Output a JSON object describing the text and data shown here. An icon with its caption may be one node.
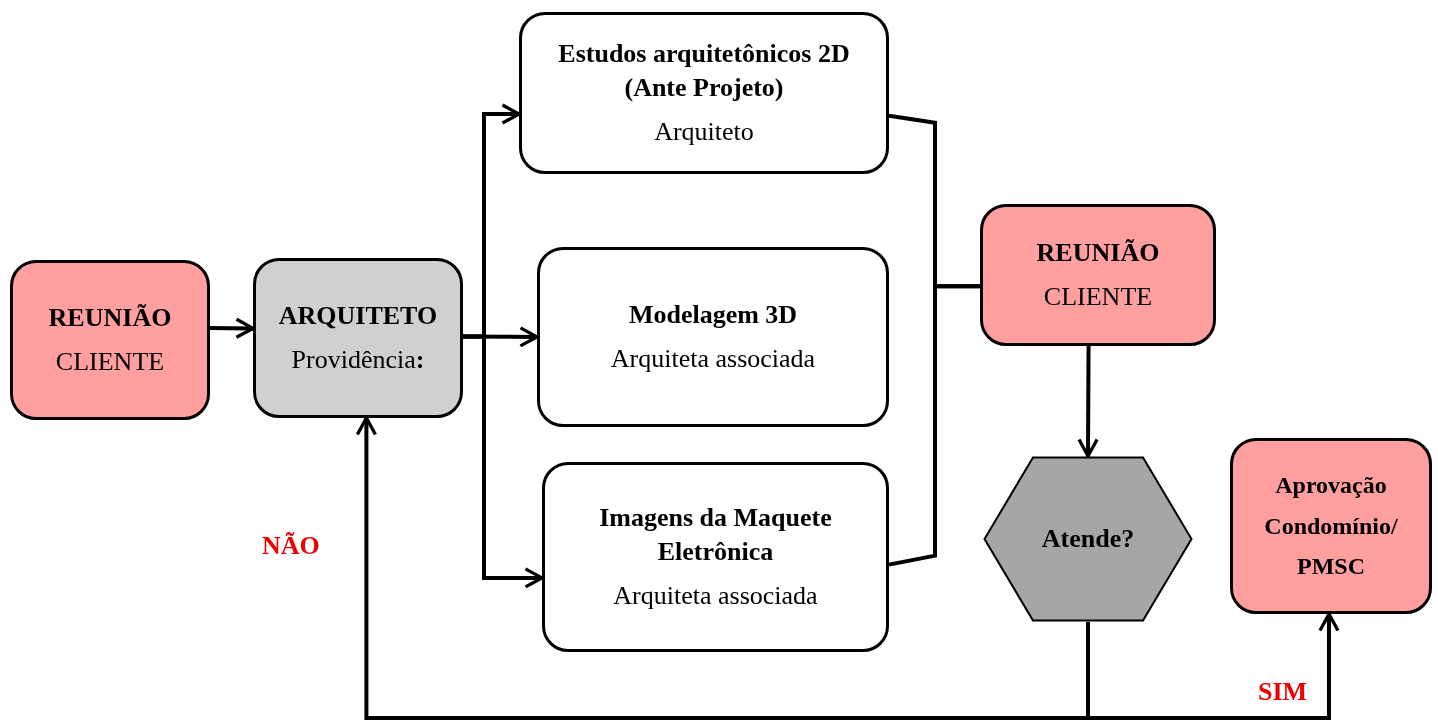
{
  "diagram": {
    "nodes": [
      {
        "text": [
          "REUNIÃO",
          "CLIENTE"
        ]
      },
      {
        "text": [
          "ARQUITETO",
          "Providência**:**"
        ]
      },
      {
        "text": [
          "Estudos arquitetônicos 2D (Ante Projeto)",
          "Arquiteto"
        ]
      },
      {
        "text": [
          "Modelagem 3D",
          "Arquiteta associada"
        ]
      },
      {
        "text": [
          "Imagens da Maquete Eletrônica",
          "Arquiteta associada"
        ]
      },
      {
        "text": [
          "REUNIÃO",
          "CLIENTE"
        ]
      },
      {
        "text": [
          "Atende?"
        ]
      },
      {
        "text": [
          "Aprovação Condomínio/ PMSC"
        ]
      }
    ],
    "edges": [
      {
        "from": 0,
        "to": 1,
        "arrow": "to"
      },
      {
        "from": 1,
        "to": 2,
        "arrow": "to"
      },
      {
        "from": 1,
        "to": 3,
        "arrow": "to"
      },
      {
        "from": 1,
        "to": 4,
        "arrow": "to"
      },
      {
        "from": 2,
        "to": 5,
        "arrow": "none"
      },
      {
        "from": 4,
        "to": 5,
        "arrow": "none"
      },
      {
        "from": 5,
        "to": 6,
        "arrow": "to"
      },
      {
        "from": 6,
        "to": 1,
        "arrow": "to",
        "label": "NÃO"
      },
      {
        "from": 6,
        "to": 7,
        "arrow": "to",
        "label": "SIM"
      }
    ]
  }
}
